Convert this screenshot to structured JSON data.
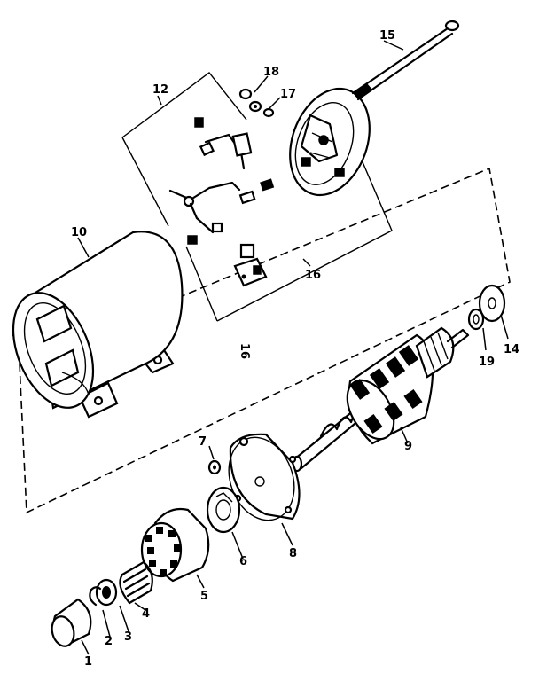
{
  "labels": {
    "p1": "1",
    "p2": "2",
    "p3": "3",
    "p4": "4",
    "p5": "5",
    "p6": "6",
    "p7": "7",
    "p8": "8",
    "p9": "9",
    "p10": "10",
    "p12": "12",
    "p14": "14",
    "p15": "15",
    "p16a": "16",
    "p16b": "16",
    "p17": "17",
    "p18": "18",
    "p19": "19"
  }
}
